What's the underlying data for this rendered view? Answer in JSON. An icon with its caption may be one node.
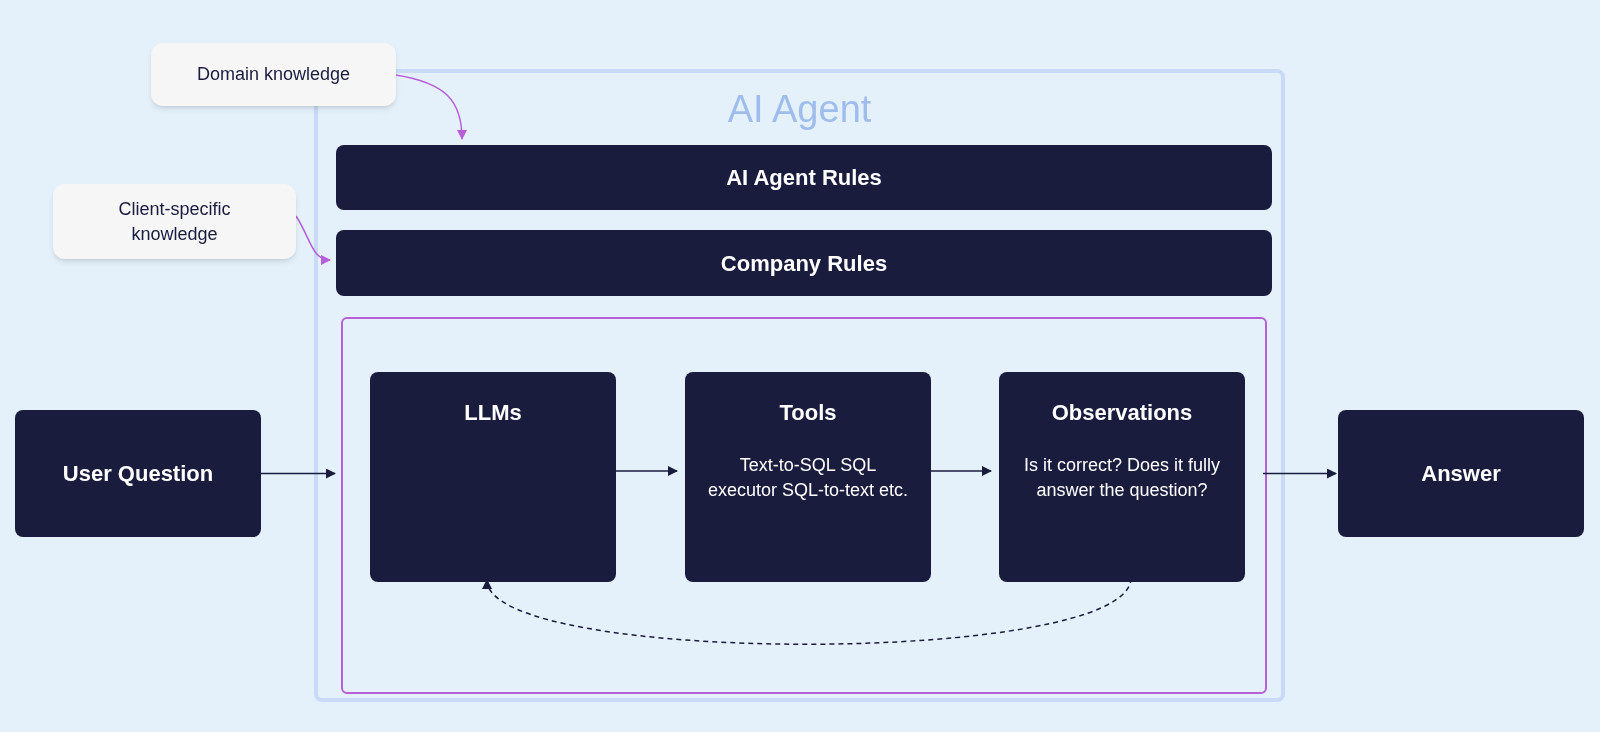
{
  "diagram": {
    "nodes": [
      {
        "text": [
          "Domain knowledge"
        ]
      },
      {
        "text": [
          "Client-specific knowledge"
        ]
      },
      {
        "text": [
          "AI Agent"
        ]
      },
      {
        "text": [
          "AI Agent Rules"
        ],
        "in": 2
      },
      {
        "text": [
          "Company Rules"
        ],
        "in": 2
      },
      {
        "text": [],
        "shape": "box",
        "in": 2
      },
      {
        "text": [
          "User Question"
        ]
      },
      {
        "text": [
          "LLMs"
        ],
        "in": 5
      },
      {
        "text": [
          "Tools",
          "Text-to-SQL SQL executor SQL-to-text etc."
        ],
        "in": 5
      },
      {
        "text": [
          "Observations",
          "Is it correct? Does it fully answer the question?"
        ],
        "in": 5
      },
      {
        "text": [
          "Answer"
        ]
      }
    ],
    "edges": [
      {
        "from": 0,
        "to": 3,
        "arrow": "to",
        "color": "#b65fd9"
      },
      {
        "from": 1,
        "to": 4,
        "arrow": "to",
        "color": "#b65fd9"
      },
      {
        "from": 6,
        "to": 5,
        "arrow": "to"
      },
      {
        "from": 7,
        "to": 8,
        "arrow": "to"
      },
      {
        "from": 8,
        "to": 9,
        "arrow": "to"
      },
      {
        "from": 5,
        "to": 10,
        "arrow": "to"
      },
      {
        "from": 9,
        "to": 7,
        "arrow": "to",
        "style": "dashed"
      }
    ]
  }
}
